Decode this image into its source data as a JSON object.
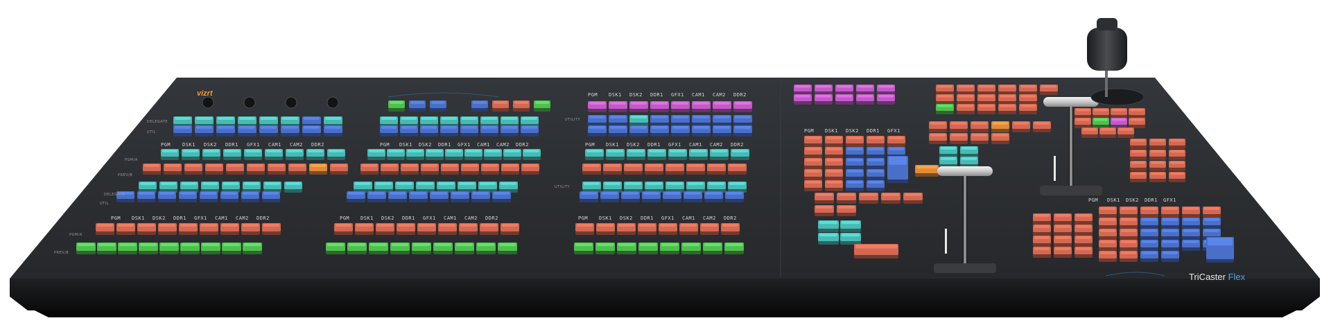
{
  "device": {
    "brand_logo": "vizrt",
    "product_name": "TriCaster",
    "product_variant": "Flex"
  },
  "row_labels": {
    "left": [
      "DELEGATE",
      "UTIL",
      "PGM/A",
      "PREV/B",
      "DELEGATE",
      "UTIL",
      "PGM/A",
      "PREV/B"
    ],
    "utility": "UTILITY"
  },
  "lcd_labels": {
    "delegate_row": [
      "PGM",
      "DSK1",
      "DSK2",
      "DDR1",
      "GFX1",
      "CAM1",
      "CAM2",
      "DDR2"
    ],
    "right_block": [
      "PGM",
      "DSK1",
      "DSK2",
      "DDR1",
      "GFX1"
    ],
    "small_block": [
      "PGM",
      "DSK1",
      "DSK2",
      "DDR1",
      "GFX1"
    ]
  },
  "colors": {
    "panel_body": "#2b2d30",
    "panel_edge": "#17181a",
    "button_blue": "#4a6fc9",
    "button_cyan": "#49b9b3",
    "button_red": "#d46852",
    "button_green": "#4fbf4f",
    "button_magenta": "#c15bc6",
    "button_orange": "#e08a3a",
    "accent": "#4aa8e8"
  },
  "controls": {
    "joystick": "joystick-icon",
    "t_bar_main": "t-bar-icon",
    "t_bar_secondary": "t-bar-icon",
    "knobs": [
      "knob-icon",
      "knob-icon",
      "knob-icon",
      "knob-icon",
      "knob-icon"
    ]
  }
}
